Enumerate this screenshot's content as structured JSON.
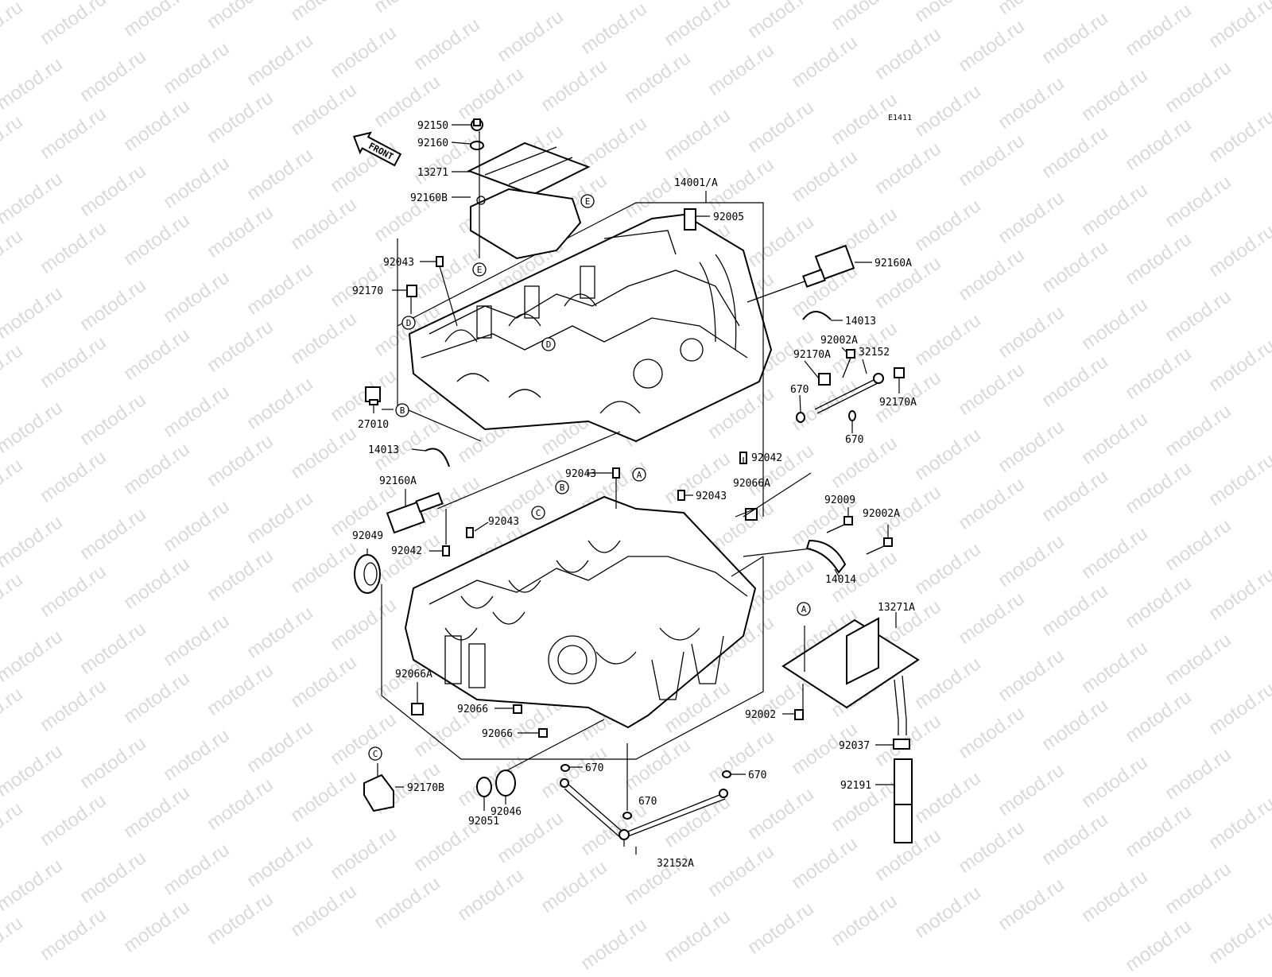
{
  "diagram": {
    "code": "E1411",
    "front_label": "FRONT",
    "watermark": "motod.ru",
    "parts": [
      {
        "id": "p92150",
        "label": "92150"
      },
      {
        "id": "p92160",
        "label": "92160"
      },
      {
        "id": "p13271",
        "label": "13271"
      },
      {
        "id": "p92160B",
        "label": "92160B"
      },
      {
        "id": "p92043a",
        "label": "92043"
      },
      {
        "id": "p92170",
        "label": "92170"
      },
      {
        "id": "p27010",
        "label": "27010"
      },
      {
        "id": "p14013a",
        "label": "14013"
      },
      {
        "id": "p92160Aa",
        "label": "92160A"
      },
      {
        "id": "p92049",
        "label": "92049"
      },
      {
        "id": "p92042a",
        "label": "92042"
      },
      {
        "id": "p92043b",
        "label": "92043"
      },
      {
        "id": "p92043c",
        "label": "92043"
      },
      {
        "id": "p92043d",
        "label": "92043"
      },
      {
        "id": "p92066A",
        "label": "92066A"
      },
      {
        "id": "p92066a",
        "label": "92066"
      },
      {
        "id": "p92066b",
        "label": "92066"
      },
      {
        "id": "p92170B",
        "label": "92170B"
      },
      {
        "id": "p92046",
        "label": "92046"
      },
      {
        "id": "p92051",
        "label": "92051"
      },
      {
        "id": "p14001A",
        "label": "14001/A"
      },
      {
        "id": "p92005",
        "label": "92005"
      },
      {
        "id": "p92160Ab",
        "label": "92160A"
      },
      {
        "id": "p14013b",
        "label": "14013"
      },
      {
        "id": "p92002Aa",
        "label": "92002A"
      },
      {
        "id": "p92170Aa",
        "label": "92170A"
      },
      {
        "id": "p32152",
        "label": "32152"
      },
      {
        "id": "p670a",
        "label": "670"
      },
      {
        "id": "p92170Ab",
        "label": "92170A"
      },
      {
        "id": "p670b",
        "label": "670"
      },
      {
        "id": "p92042b",
        "label": "92042"
      },
      {
        "id": "p92066Ab",
        "label": "92066A"
      },
      {
        "id": "p92009",
        "label": "92009"
      },
      {
        "id": "p92002Ab",
        "label": "92002A"
      },
      {
        "id": "p14014",
        "label": "14014"
      },
      {
        "id": "p13271A",
        "label": "13271A"
      },
      {
        "id": "p92002",
        "label": "92002"
      },
      {
        "id": "p92037",
        "label": "92037"
      },
      {
        "id": "p92191",
        "label": "92191"
      },
      {
        "id": "p670c",
        "label": "670"
      },
      {
        "id": "p670d",
        "label": "670"
      },
      {
        "id": "p670e",
        "label": "670"
      },
      {
        "id": "p32152A",
        "label": "32152A"
      }
    ],
    "refs": [
      {
        "id": "rE1",
        "letter": "E"
      },
      {
        "id": "rE2",
        "letter": "E"
      },
      {
        "id": "rD1",
        "letter": "D"
      },
      {
        "id": "rD2",
        "letter": "D"
      },
      {
        "id": "rB1",
        "letter": "B"
      },
      {
        "id": "rB2",
        "letter": "B"
      },
      {
        "id": "rA1",
        "letter": "A"
      },
      {
        "id": "rA2",
        "letter": "A"
      },
      {
        "id": "rC1",
        "letter": "C"
      },
      {
        "id": "rC2",
        "letter": "C"
      }
    ]
  }
}
